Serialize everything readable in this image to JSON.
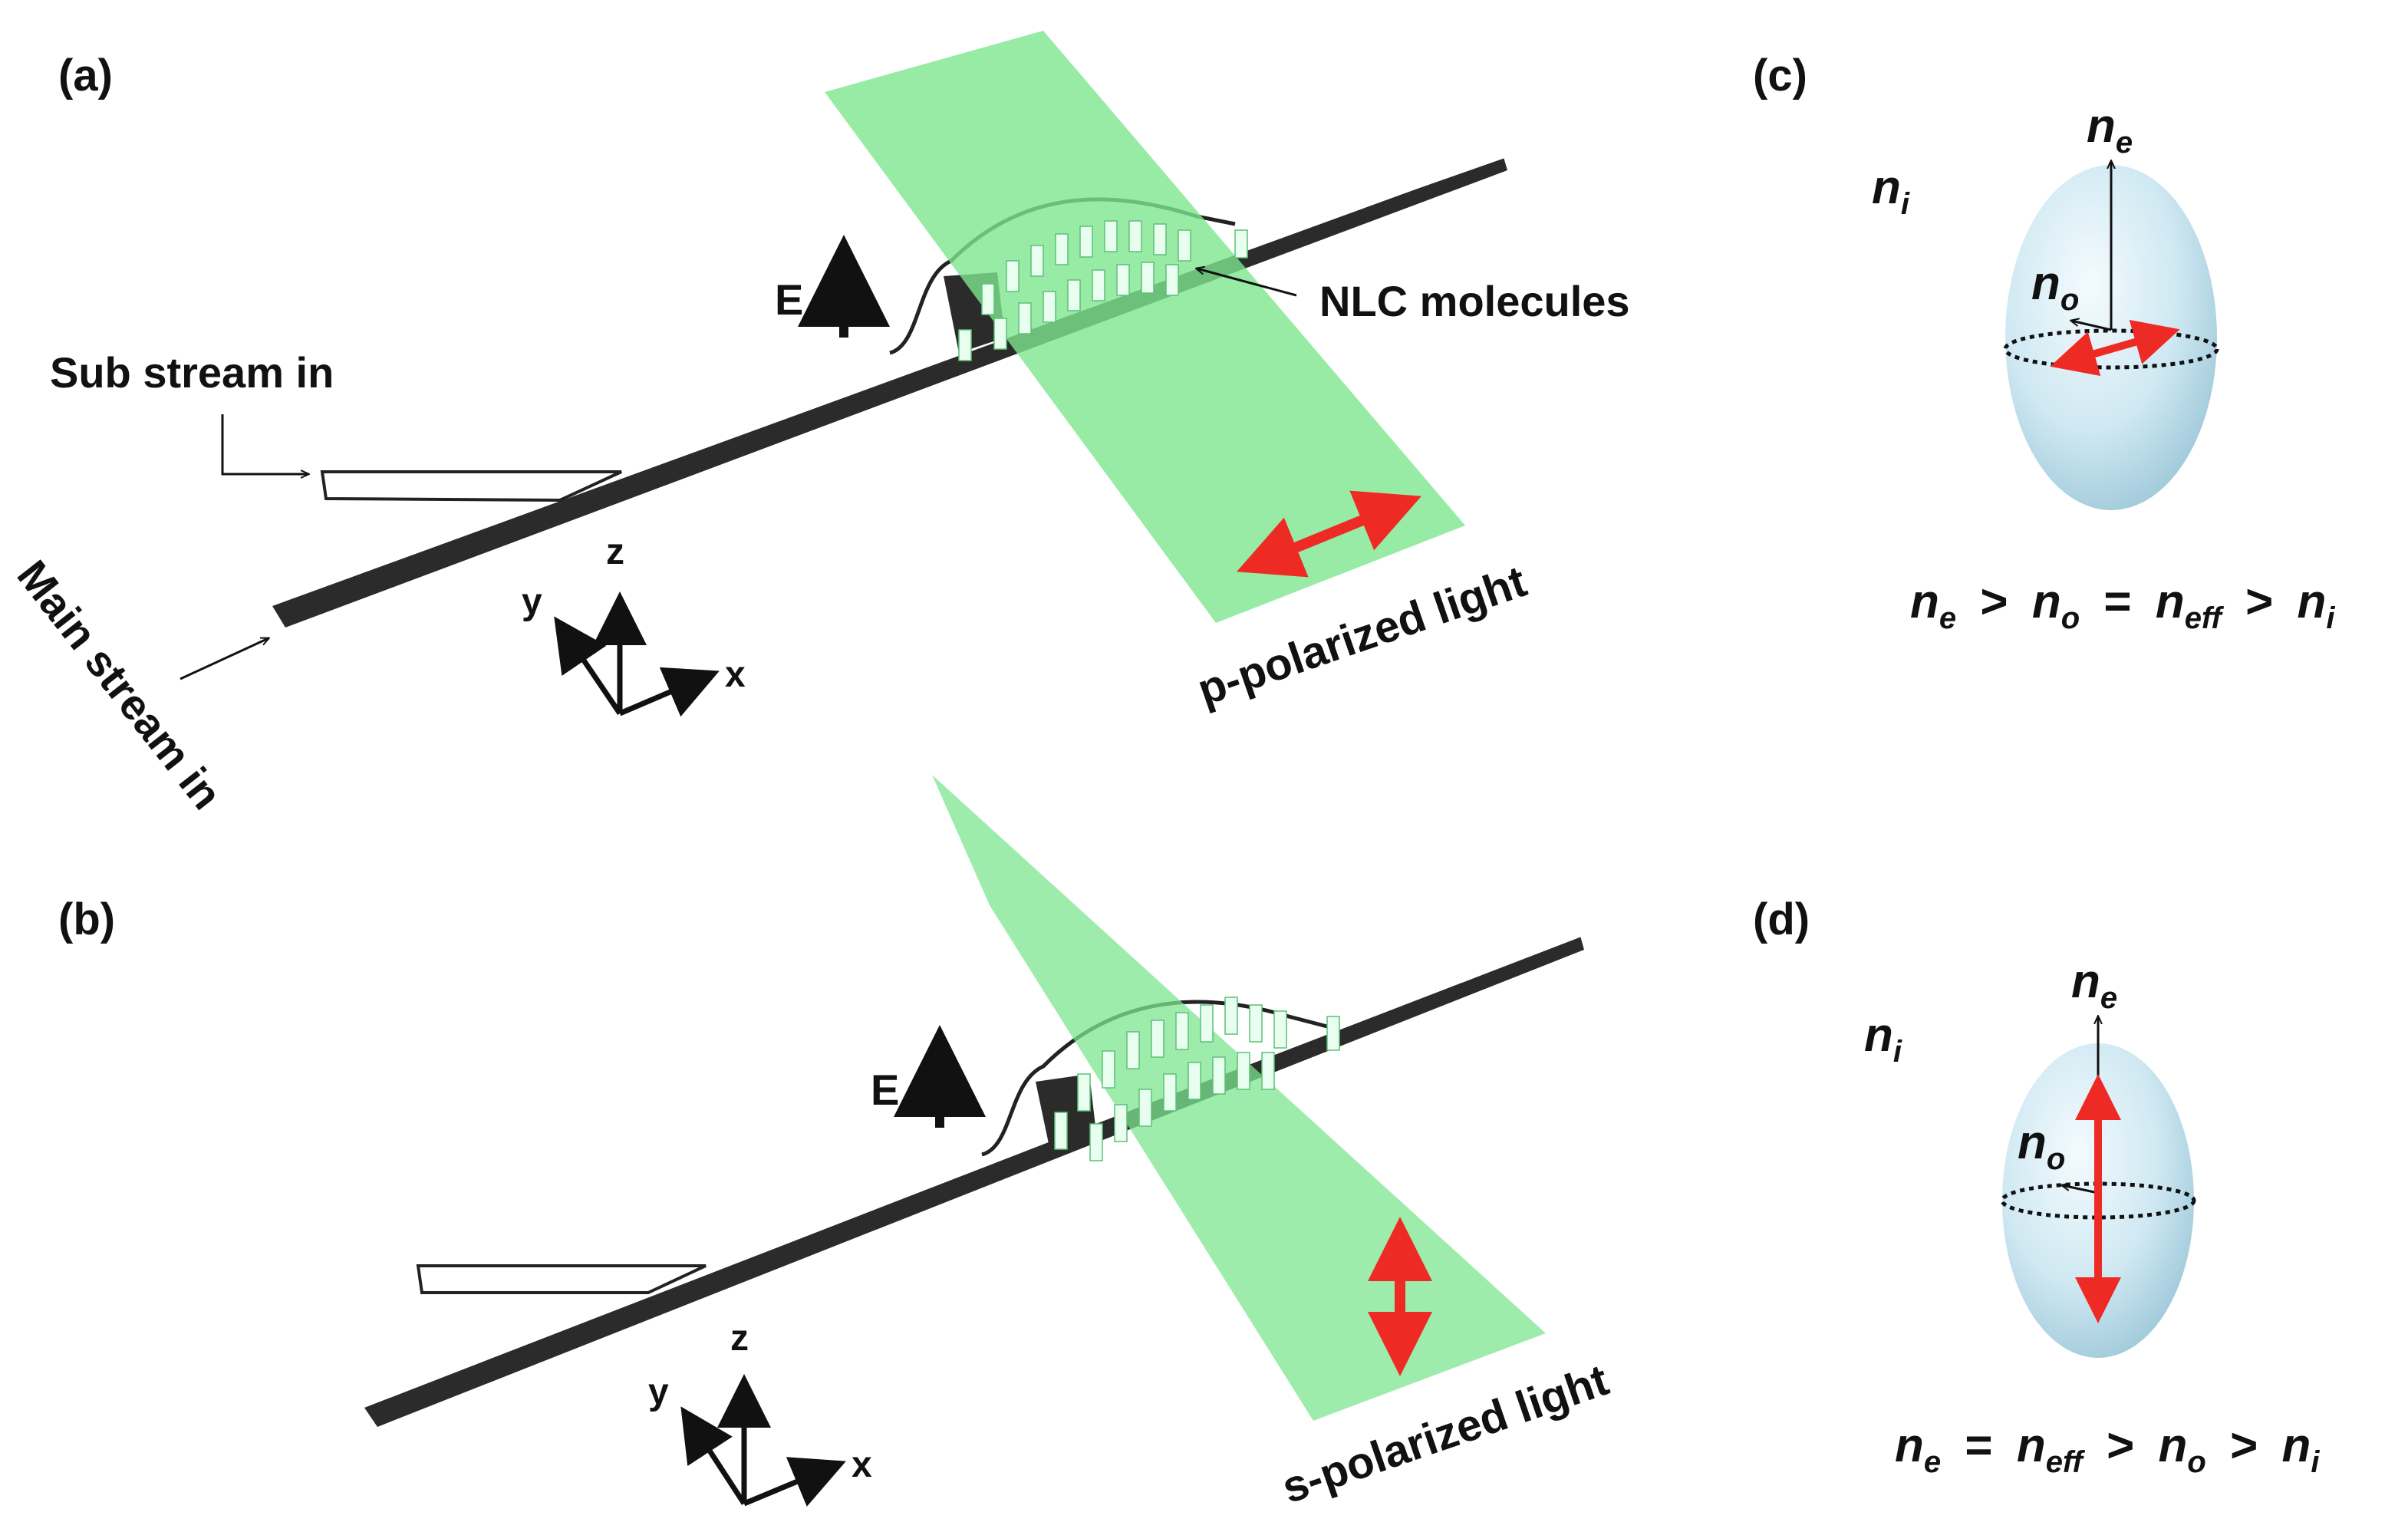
{
  "panels": {
    "a": {
      "label": "(a)",
      "field_label": "E",
      "molecules_label": "NLC molecules",
      "sub_stream_label": "Sub stream in",
      "main_stream_label": "Main stream in",
      "axis_x": "x",
      "axis_y": "y",
      "axis_z": "z",
      "light_label": "p-polarized light"
    },
    "b": {
      "label": "(b)",
      "field_label": "E",
      "axis_x": "x",
      "axis_y": "y",
      "axis_z": "z",
      "light_label": "s-polarized light"
    },
    "c": {
      "label": "(c)",
      "n": "n",
      "sub_i": "i",
      "sub_e": "e",
      "sub_o": "o",
      "sub_eff": "eff",
      "relation_gt": ">",
      "relation_eq": "="
    },
    "d": {
      "label": "(d)",
      "n": "n",
      "sub_i": "i",
      "sub_e": "e",
      "sub_o": "o",
      "sub_eff": "eff",
      "relation_gt": ">",
      "relation_eq": "="
    }
  },
  "colors": {
    "light_sheet": "#7de68f",
    "channel": "#2b2b2b",
    "polarization_arrow": "#ee2a24",
    "ellipsoid": "#cfe8f2"
  }
}
